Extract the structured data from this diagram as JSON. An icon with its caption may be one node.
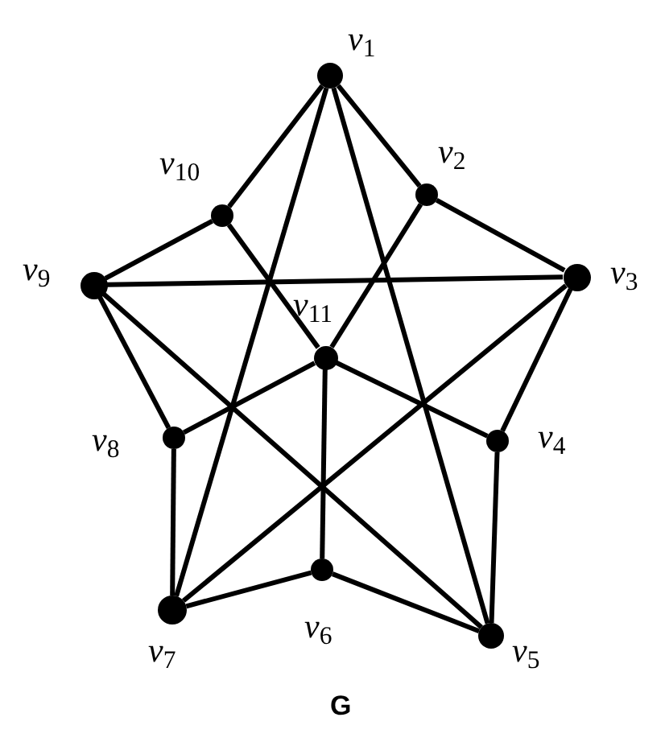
{
  "diagram": {
    "caption": "G",
    "nodes": [
      {
        "text": [],
        "shape": "circle",
        "beside": [
          "*v*$_{1}$"
        ]
      },
      {
        "text": [],
        "shape": "circle",
        "beside": [
          "*v*$_{2}$"
        ]
      },
      {
        "text": [],
        "shape": "circle",
        "beside": [
          "*v*$_{3}$"
        ]
      },
      {
        "text": [],
        "shape": "circle",
        "beside": [
          "*v*$_{4}$"
        ]
      },
      {
        "text": [],
        "shape": "circle",
        "beside": [
          "*v*$_{5}$"
        ]
      },
      {
        "text": [],
        "shape": "circle",
        "beside": [
          "*v*$_{6}$"
        ]
      },
      {
        "text": [],
        "shape": "circle",
        "beside": [
          "*v*$_{7}$"
        ]
      },
      {
        "text": [],
        "shape": "circle",
        "beside": [
          "*v*$_{8}$"
        ]
      },
      {
        "text": [],
        "shape": "circle",
        "beside": [
          "*v*$_{9}$"
        ]
      },
      {
        "text": [],
        "shape": "circle",
        "beside": [
          "*v*$_{10}$"
        ]
      },
      {
        "text": [],
        "shape": "circle",
        "beside": [
          "*v*$_{11}$"
        ]
      }
    ],
    "edges": [
      {
        "from": 0,
        "to": 9,
        "arrow": "none"
      },
      {
        "from": 0,
        "to": 1,
        "arrow": "none"
      },
      {
        "from": 0,
        "to": 6,
        "arrow": "none"
      },
      {
        "from": 0,
        "to": 4,
        "arrow": "none"
      },
      {
        "from": 1,
        "to": 2,
        "arrow": "none"
      },
      {
        "from": 1,
        "to": 10,
        "arrow": "none"
      },
      {
        "from": 9,
        "to": 8,
        "arrow": "none"
      },
      {
        "from": 9,
        "to": 10,
        "arrow": "none"
      },
      {
        "from": 8,
        "to": 2,
        "arrow": "none"
      },
      {
        "from": 8,
        "to": 7,
        "arrow": "none"
      },
      {
        "from": 8,
        "to": 4,
        "arrow": "none"
      },
      {
        "from": 2,
        "to": 3,
        "arrow": "none"
      },
      {
        "from": 2,
        "to": 6,
        "arrow": "none"
      },
      {
        "from": 10,
        "to": 7,
        "arrow": "none"
      },
      {
        "from": 10,
        "to": 5,
        "arrow": "none"
      },
      {
        "from": 10,
        "to": 3,
        "arrow": "none"
      },
      {
        "from": 7,
        "to": 6,
        "arrow": "none"
      },
      {
        "from": 3,
        "to": 4,
        "arrow": "none"
      },
      {
        "from": 6,
        "to": 5,
        "arrow": "none"
      },
      {
        "from": 5,
        "to": 4,
        "arrow": "none"
      }
    ]
  }
}
